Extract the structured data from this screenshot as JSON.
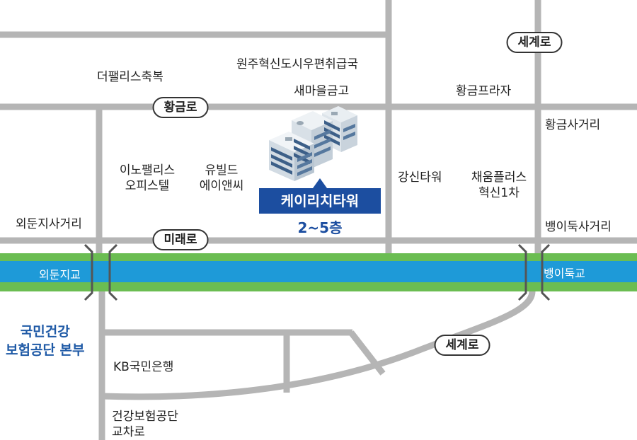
{
  "colors": {
    "road": "#b5b5b5",
    "river_bank": "#6bbd52",
    "river_water": "#1e9ad8",
    "target": "#1c4ea0",
    "hq_text": "#1f5aa6"
  },
  "target": {
    "name": "케이리치타워",
    "floor": "2~5층",
    "icon": "office-building-icon"
  },
  "roads": {
    "hwanggeum": "황금로",
    "mirae": "미래로",
    "segye_top": "세계로",
    "segye_bottom": "세계로"
  },
  "bridges": {
    "west": "외둔지교",
    "east": "뱅이둑교"
  },
  "places": {
    "wonju_post": "원주혁신도시우편취급국",
    "the_palace": "더팰리스축복",
    "saemaeul": "새마을금고",
    "hwanggeum_plaza": "황금프라자",
    "hwanggeum_junction": "황금사거리",
    "inopalace": [
      "이노팰리스",
      "오피스텔"
    ],
    "youbuild": [
      "유빌드",
      "에이앤씨"
    ],
    "gangsin": "강신타워",
    "chaeum": [
      "채움플러스",
      "혁신1차"
    ],
    "oedun_junction": "외둔지사거리",
    "baengi_junction": "뱅이둑사거리",
    "kb_bank": "KB국민은행",
    "nhis_hq": [
      "국민건강",
      "보험공단 본부"
    ],
    "nhis_intersection": [
      "건강보험공단",
      "교차로"
    ]
  }
}
